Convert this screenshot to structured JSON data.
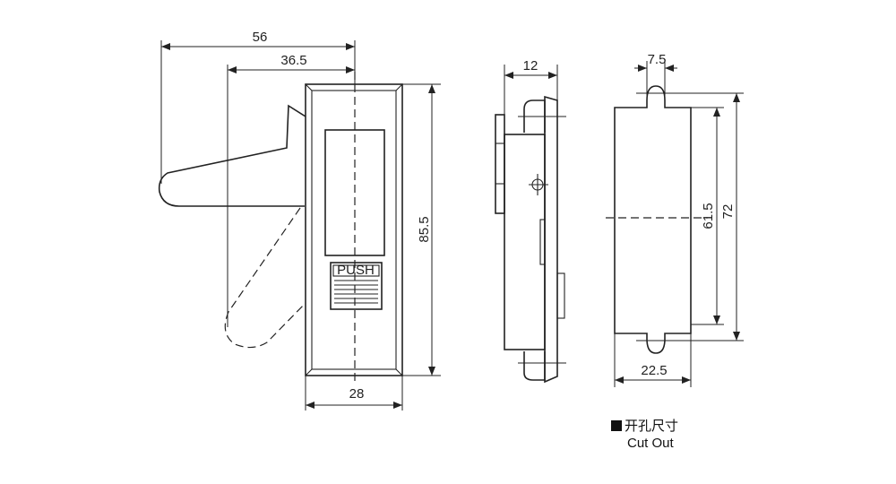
{
  "dimensions": {
    "front_overall_width": "56",
    "front_handle_offset": "36.5",
    "front_height": "85.5",
    "front_width": "28",
    "side_depth": "12",
    "cutout_tab_width": "7.5",
    "cutout_inner_height": "61.5",
    "cutout_total_height": "72",
    "cutout_width": "22.5"
  },
  "push_label": "PUSH",
  "caption": {
    "chinese": "开孔尺寸",
    "english": "Cut Out"
  }
}
